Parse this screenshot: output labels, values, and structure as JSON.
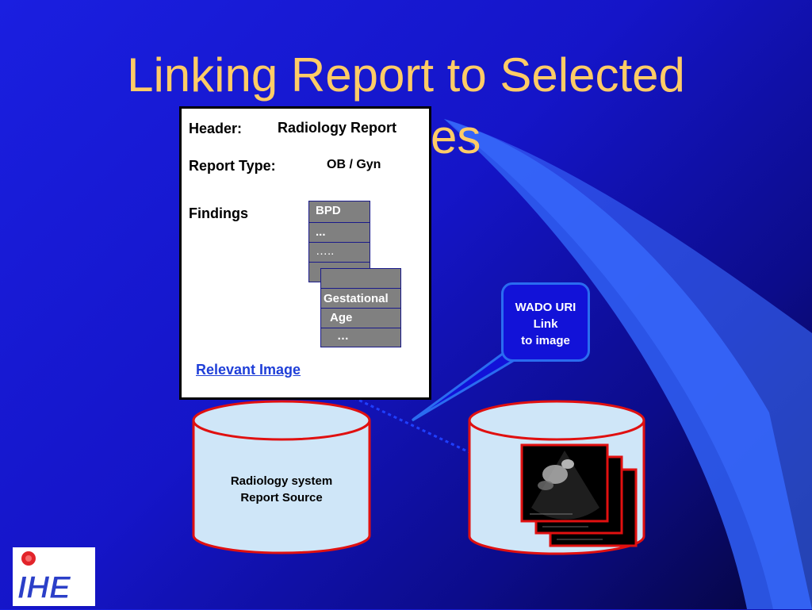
{
  "slide": {
    "title_line1": "Linking Report to Selected",
    "title_line2": "es"
  },
  "report": {
    "header_label": "Header:",
    "header_value": "Radiology Report",
    "type_label": "Report Type:",
    "type_value": "OB / Gyn",
    "findings_label": "Findings",
    "findings_rows": [
      "BPD",
      "...",
      "….."
    ],
    "findings_rows2": [
      "Gestational",
      "Age",
      "…"
    ],
    "relevant_image_link": "Relevant Image"
  },
  "callout": {
    "line1": "WADO URI",
    "line2": "Link",
    "line3": "to image"
  },
  "source_db": {
    "line1": "Radiology system",
    "line2": "Report Source"
  },
  "colors": {
    "title": "#ffcc66",
    "db_outline": "#e01010",
    "db_fill": "#cfe6f8",
    "link": "#1f3fd8"
  },
  "logo": {
    "text": "IHE"
  }
}
